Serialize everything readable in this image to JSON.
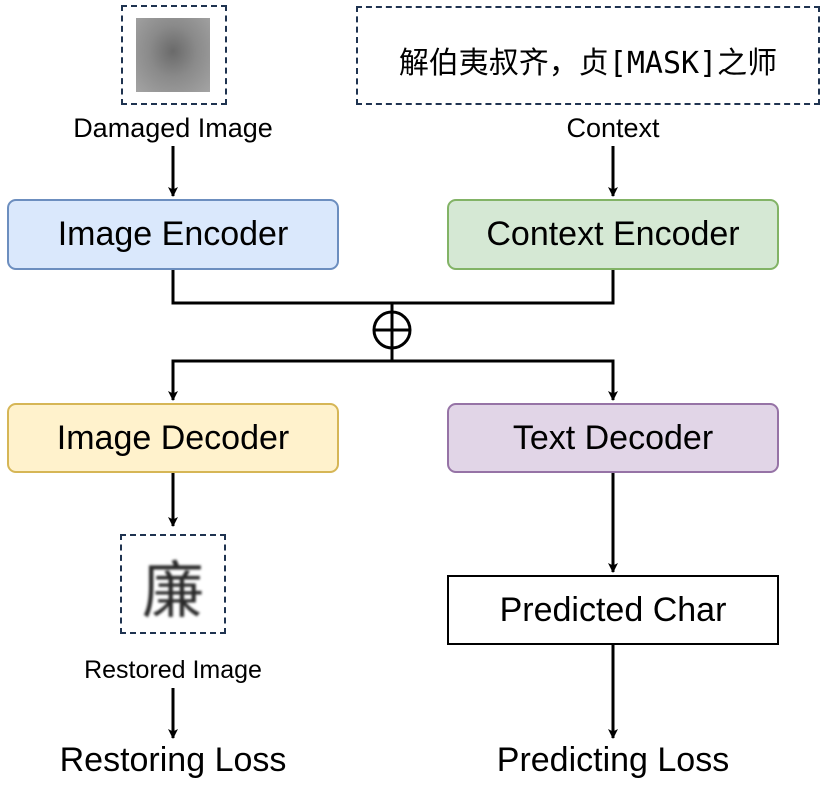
{
  "inputs": {
    "damaged_image_label": "Damaged Image",
    "context_label": "Context",
    "context_text": "解伯夷叔齐，贞[MASK]之师"
  },
  "modules": {
    "image_encoder": "Image Encoder",
    "context_encoder": "Context Encoder",
    "image_decoder": "Image Decoder",
    "text_decoder": "Text Decoder",
    "predicted_char": "Predicted Char"
  },
  "outputs": {
    "restored_image_label": "Restored Image",
    "restored_char": "廉",
    "restoring_loss": "Restoring Loss",
    "predicting_loss": "Predicting Loss"
  },
  "fusion_symbol": "⊕",
  "colors": {
    "image_encoder_fill": "#dae8fc",
    "image_encoder_border": "#6c8ebf",
    "context_encoder_fill": "#d5e8d4",
    "context_encoder_border": "#82b366",
    "image_decoder_fill": "#fff2cc",
    "image_decoder_border": "#d6b656",
    "text_decoder_fill": "#e1d5e7",
    "text_decoder_border": "#9673a6"
  }
}
